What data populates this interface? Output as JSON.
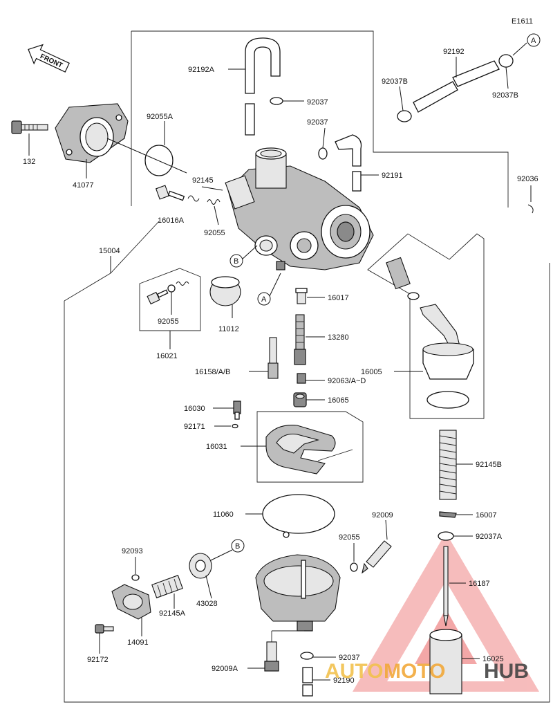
{
  "diagram_code": "E1611",
  "front_label": "FRONT",
  "callouts": {
    "a_top": "A",
    "a_mid": "A",
    "b_mid": "B",
    "b_bottom": "B"
  },
  "part_numbers": {
    "p92192A": "92192A",
    "p92037_top": "92037",
    "p92037_mid": "92037",
    "p92191": "92191",
    "p92192": "92192",
    "p92037B_left": "92037B",
    "p92037B_right": "92037B",
    "p92055A": "92055A",
    "p132": "132",
    "p41077": "41077",
    "p92145": "92145",
    "p16016A": "16016A",
    "p92055_mid": "92055",
    "p92036": "92036",
    "p15004": "15004",
    "p92055_kit": "92055",
    "p16021": "16021",
    "p11012": "11012",
    "p16017": "16017",
    "p13280": "13280",
    "p16158": "16158/A/B",
    "p92063": "92063/A~D",
    "p16065": "16065",
    "p16005": "16005",
    "p16030": "16030",
    "p92171": "92171",
    "p16031": "16031",
    "p92145B": "92145B",
    "p16007": "16007",
    "p11060": "11060",
    "p92009": "92009",
    "p92037A": "92037A",
    "p92055_low": "92055",
    "p16187": "16187",
    "p92093": "92093",
    "p43028": "43028",
    "p92145A": "92145A",
    "p14091": "14091",
    "p92172": "92172",
    "p92009A": "92009A",
    "p92037_low": "92037",
    "p92190": "92190",
    "p16025": "16025"
  },
  "watermark": {
    "brand_a": "AUTO",
    "brand_b": "MOTO",
    "brand_c": "HUB",
    "color_light": "#f08a8a",
    "color_dark": "#e25050",
    "color_yellow": "#f2c14e"
  }
}
